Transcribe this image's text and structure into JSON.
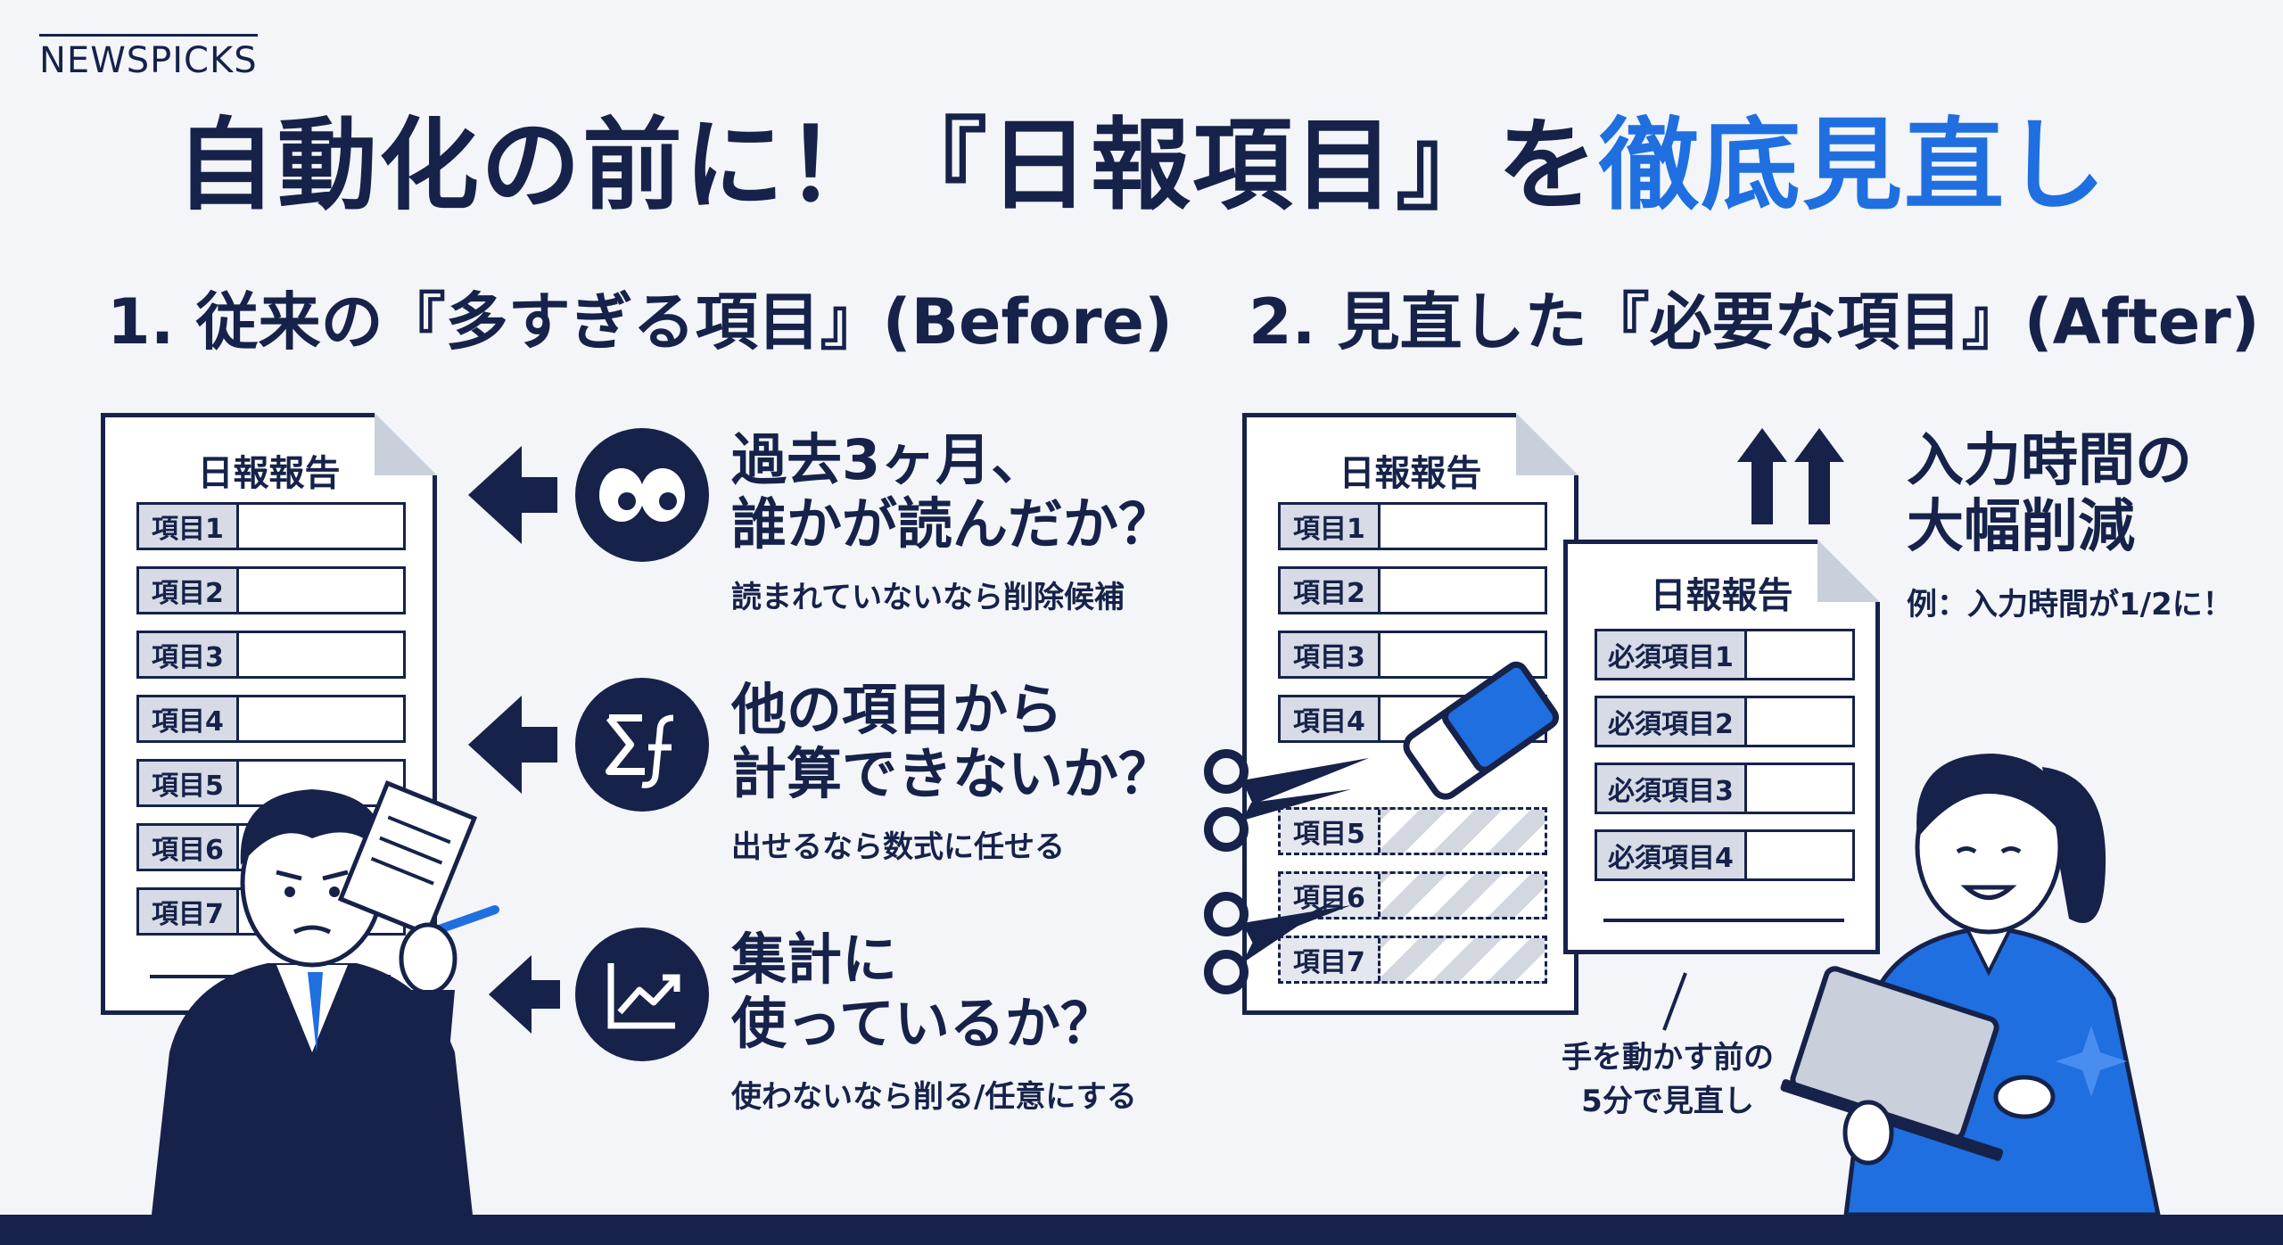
{
  "brand": {
    "logo": "NEWSPICKS"
  },
  "title": {
    "part1": "自動化の前に！『日報項目』を",
    "part2": "徹底見直し"
  },
  "colors": {
    "navy": "#16224a",
    "accent": "#1f6fe0",
    "background": "#f3f5f8"
  },
  "before": {
    "heading": "1. 従来の『多すぎる項目』(Before)",
    "doc_title": "日報報告",
    "items": [
      "項目1",
      "項目2",
      "項目3",
      "項目4",
      "項目5",
      "項目6",
      "項目7"
    ],
    "questions": [
      {
        "icon": "eyes-icon",
        "title_line1": "過去3ヶ月、",
        "title_line2": "誰かが読んだか？",
        "sub": "読まれていないなら削除候補"
      },
      {
        "icon": "sigma-function-icon",
        "title_line1": "他の項目から",
        "title_line2": "計算できないか？",
        "sub": "出せるなら数式に任せる"
      },
      {
        "icon": "chart-trend-icon",
        "title_line1": "集計に",
        "title_line2": "使っているか？",
        "sub": "使わないなら削る/任意にする"
      }
    ]
  },
  "after": {
    "heading": "2. 見直した『必要な項目』(After)",
    "old_doc_title": "日報報告",
    "old_items": [
      "項目1",
      "項目2",
      "項目3",
      "項目4",
      "項目5",
      "項目6",
      "項目7"
    ],
    "new_doc_title": "日報報告",
    "new_items": [
      "必須項目1",
      "必須項目2",
      "必須項目3",
      "必須項目4"
    ],
    "benefit_line1": "入力時間の",
    "benefit_line2": "大幅削減",
    "benefit_example": "例：入力時間が1/2に！",
    "note_line1": "手を動かす前の",
    "note_line2": "5分で見直し"
  }
}
